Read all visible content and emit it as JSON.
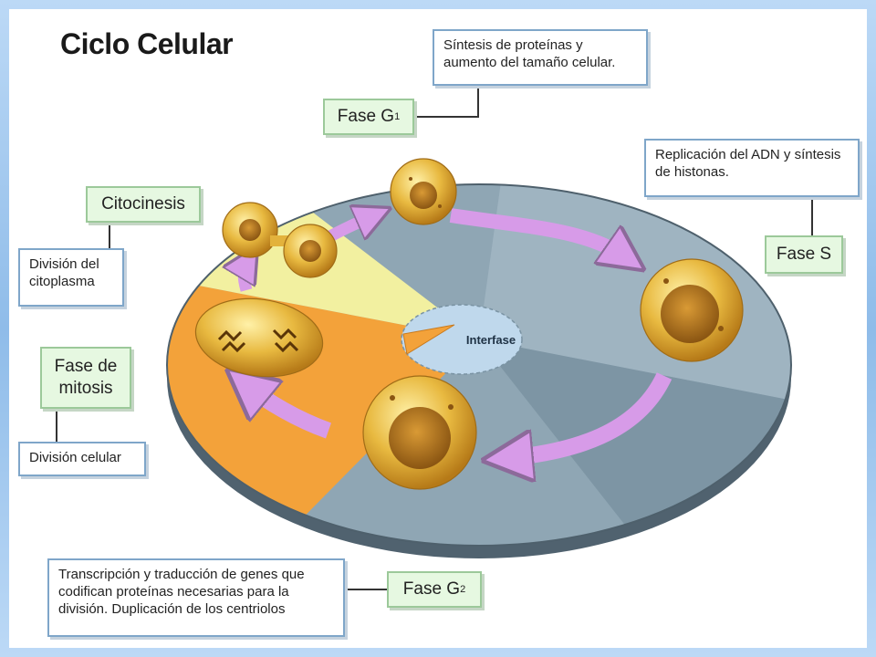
{
  "title": "Ciclo Celular",
  "center_label": "Interfase",
  "phases": {
    "g1": {
      "name": "Fase G",
      "subscript": "1",
      "description": "Síntesis de proteínas y aumento del tamaño celular."
    },
    "s": {
      "name": "Fase S",
      "description": "Replicación del ADN y síntesis de histonas."
    },
    "g2": {
      "name": "Fase G",
      "subscript": "2",
      "description": "Transcripción y traducción de genes que codifican proteínas necesarias para la división. Duplicación de los centriolos"
    },
    "citocinesis": {
      "name": "Citocinesis",
      "description": "División del citoplasma"
    },
    "mitosis": {
      "name": "Fase de mitosis",
      "description": "División celular"
    }
  },
  "colors": {
    "interphase_disc": "#8fa6b4",
    "mitosis_sector": "#f3a23a",
    "cytokinesis_sector": "#f2f0a0",
    "arrow": "#d79be8",
    "cell": "#e3b23c",
    "label_box_border": "#7fa6c9",
    "phase_box_fill": "#e6f8e1"
  }
}
